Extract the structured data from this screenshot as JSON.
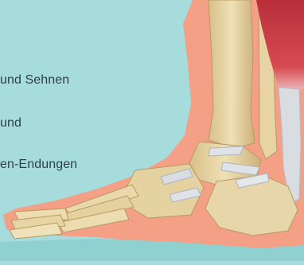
{
  "labels": {
    "line1": "und Sehnen",
    "line2": "und",
    "line3": "en-Endungen"
  },
  "colors": {
    "background": "#a7dcdc",
    "skin": "#f4a087",
    "bone": "#e7d5a8",
    "tendon": "#d9dde2",
    "muscle": "#d03b45"
  },
  "subject": {
    "anatomy": "foot-skeleton-with-ligaments-and-tendons",
    "orientation": "lateral"
  }
}
